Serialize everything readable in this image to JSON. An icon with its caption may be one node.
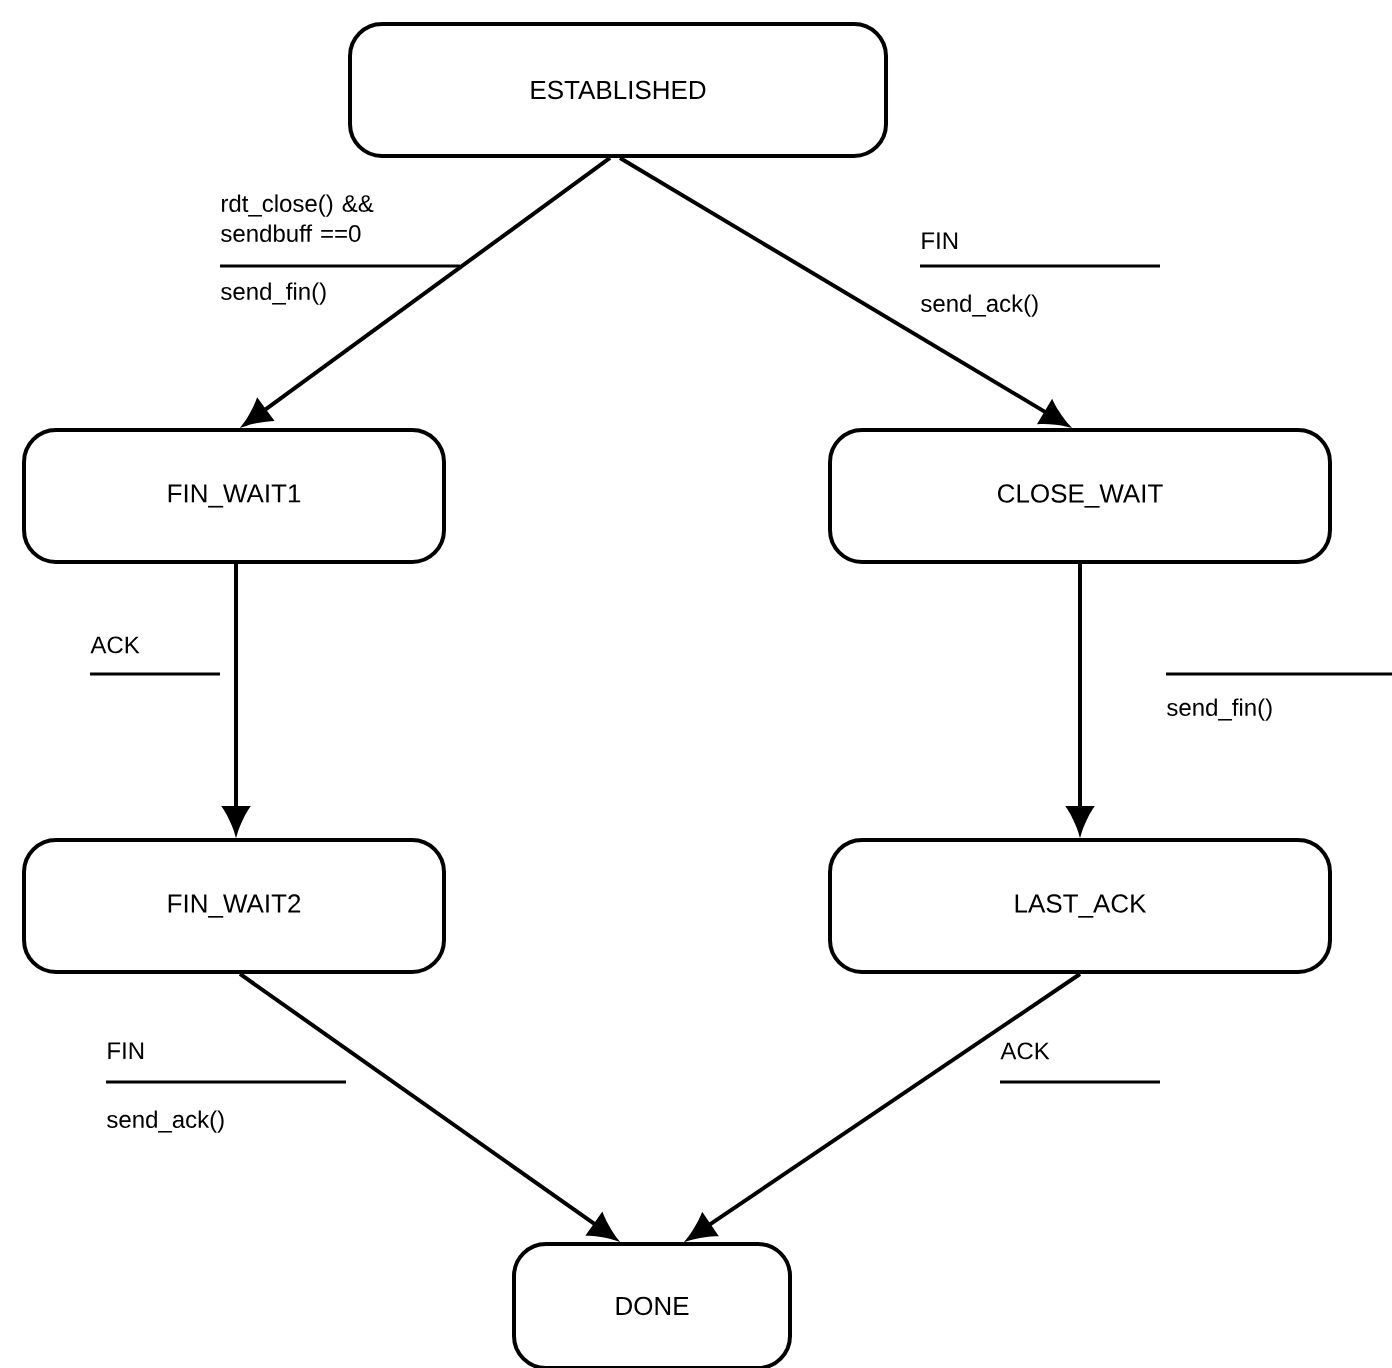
{
  "diagram": {
    "nodes": [
      {
        "text": [
          "ESTABLISHED"
        ]
      },
      {
        "text": [
          "FIN_WAIT1"
        ]
      },
      {
        "text": [
          "CLOSE_WAIT"
        ]
      },
      {
        "text": [
          "FIN_WAIT2"
        ]
      },
      {
        "text": [
          "LAST_ACK"
        ]
      },
      {
        "text": [
          "DONE"
        ]
      }
    ],
    "edges": [
      {
        "from": 0,
        "to": 1,
        "arrow": "to",
        "label": "rdt_close() && sendbuff ==0"
      },
      {
        "from": 0,
        "to": 2,
        "arrow": "to",
        "label": "FIN"
      },
      {
        "from": 1,
        "to": 3,
        "arrow": "to",
        "label": "ACK"
      },
      {
        "from": 2,
        "to": 4,
        "arrow": "to"
      },
      {
        "from": 3,
        "to": 5,
        "arrow": "to",
        "label": "FIN"
      },
      {
        "from": 4,
        "to": 5,
        "arrow": "to",
        "label": "ACK"
      }
    ],
    "labels": [
      "send_fin()",
      "send_ack()",
      "send_fin()",
      "send_ack()"
    ]
  }
}
